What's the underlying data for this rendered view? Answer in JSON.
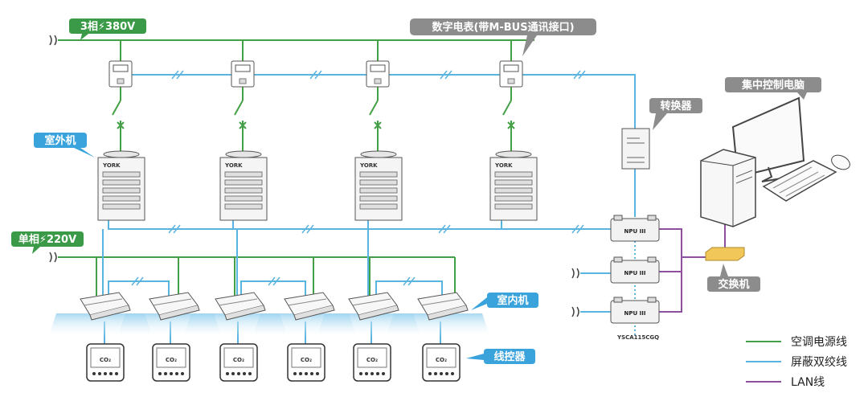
{
  "labels": {
    "power380": "3相⚡380V",
    "power220": "单相⚡220V",
    "meter": "数字电表(带M-BUS通讯接口)",
    "converter": "转换器",
    "pc": "集中控制电脑",
    "outdoor": "室外机",
    "indoor": "室内机",
    "controller": "线控器",
    "switch": "交换机",
    "npu": "NPU III",
    "model": "YSCA115CGQ",
    "brand": "YORK",
    "co2": "CO₂"
  },
  "legend": [
    {
      "label": "空调电源线",
      "color": "#43a047"
    },
    {
      "label": "屏蔽双绞线",
      "color": "#5ab4e0"
    },
    {
      "label": "LAN线",
      "color": "#8e4f9c"
    }
  ],
  "colors": {
    "green_tag": "#3b9a47",
    "blue_tag": "#3aa3dc",
    "gray_tag": "#8c8c8c"
  }
}
